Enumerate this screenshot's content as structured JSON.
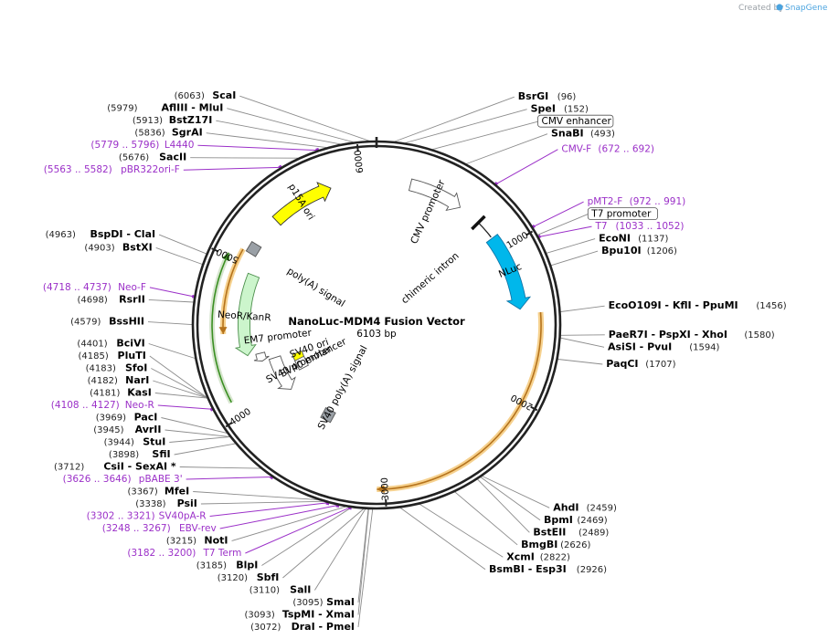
{
  "header": {
    "credit": "Created by",
    "brand": "SnapGene"
  },
  "plasmid": {
    "name": "NanoLuc-MDM4 Fusion Vector",
    "length_label": "6103 bp",
    "total_bp": 6103
  },
  "colors": {
    "backbone": "#222222",
    "primer": "#9b30c8",
    "site_leader": "#8c8c8c",
    "p15a_ori": "#ffff00",
    "nluc": "#00b7eb",
    "neor_kanr": "#ccf5cc",
    "promoter": "#ffffff",
    "sv40_ori": "#ffff00",
    "polya": "#9aa0a6",
    "orf_highlight": "#f5c97a",
    "orf_arrow": "#b5731c",
    "neo_orf_arrow": "#3a8f22"
  },
  "ticks": [
    {
      "label": "1000",
      "bp": 1000
    },
    {
      "label": "2000",
      "bp": 2000
    },
    {
      "label": "3000",
      "bp": 3000
    },
    {
      "label": "4000",
      "bp": 4000
    },
    {
      "label": "5000",
      "bp": 5000
    },
    {
      "label": "6000",
      "bp": 6000
    }
  ],
  "features": [
    {
      "name": "CMV promoter",
      "bp_start": 230,
      "bp_end": 600,
      "strand": 1,
      "kind": "promoter",
      "label_bp": 415
    },
    {
      "name": "chimeric intron",
      "bp_start": 760,
      "bp_end": 890,
      "strand": 1,
      "kind": "intron",
      "label_bp": 830
    },
    {
      "name": "NLuc",
      "bp_start": 900,
      "bp_end": 1420,
      "strand": 1,
      "kind": "cds",
      "label_bp": 1150
    },
    {
      "name": "p15A ori",
      "bp_start": 5360,
      "bp_end": 5790,
      "strand": 1,
      "kind": "ori",
      "label_bp": 5570
    },
    {
      "name": "poly(A) signal",
      "bp_start": 5090,
      "bp_end": 5140,
      "strand": 0,
      "kind": "polya",
      "label_bp": 5115
    },
    {
      "name": "NeoR/KanR",
      "bp_start": 4350,
      "bp_end": 4950,
      "strand": -1,
      "kind": "cds",
      "label_bp": 4640
    },
    {
      "name": "EM7 promoter",
      "bp_start": 4280,
      "bp_end": 4345,
      "strand": -1,
      "kind": "promoter",
      "label_bp": 4460
    },
    {
      "name": "SV40 promoter",
      "bp_start": 3950,
      "bp_end": 4275,
      "strand": -1,
      "kind": "promoter",
      "label_bp": 4120
    },
    {
      "name": "SV40 ori",
      "bp_start": 4125,
      "bp_end": 4260,
      "strand": 0,
      "kind": "ori",
      "label_bp": 4250
    },
    {
      "name": "SV40 enhancer",
      "bp_start": 4040,
      "bp_end": 4200,
      "strand": 0,
      "kind": "enhancer",
      "label_bp": 4110
    },
    {
      "name": "SV40 poly(A) signal",
      "bp_start": 3470,
      "bp_end": 3590,
      "strand": 0,
      "kind": "polya",
      "label_bp": 3530
    }
  ],
  "orf_arcs": [
    {
      "bp_start": 1450,
      "bp_end": 3050,
      "strand": 1
    },
    {
      "bp_start": 4520,
      "bp_end": 5080,
      "strand": -1
    },
    {
      "bp_start": 4100,
      "bp_end": 5020,
      "strand": 1
    }
  ],
  "sites": [
    {
      "name": "ScaI",
      "pos": "(6063)",
      "bp": 6063
    },
    {
      "name": "AflIII - MluI",
      "pos": "(5979)",
      "bp": 5979
    },
    {
      "name": "BstZ17I",
      "pos": "(5913)",
      "bp": 5913
    },
    {
      "name": "SgrAI",
      "pos": "(5836)",
      "bp": 5836
    },
    {
      "name": "SacII",
      "pos": "(5676)",
      "bp": 5676
    },
    {
      "name": "BsrGI",
      "pos": "(96)",
      "bp": 96
    },
    {
      "name": "SpeI",
      "pos": "(152)",
      "bp": 152
    },
    {
      "name": "SnaBI",
      "pos": "(493)",
      "bp": 493
    },
    {
      "name": "EcoNI",
      "pos": "(1137)",
      "bp": 1137
    },
    {
      "name": "Bpu10I",
      "pos": "(1206)",
      "bp": 1206
    },
    {
      "name": "EcoO109I - KflI - PpuMI",
      "pos": "(1456)",
      "bp": 1456
    },
    {
      "name": "PaeR7I - PspXI - XhoI",
      "pos": "(1580)",
      "bp": 1580
    },
    {
      "name": "AsiSI - PvuI",
      "pos": "(1594)",
      "bp": 1594
    },
    {
      "name": "PaqCI",
      "pos": "(1707)",
      "bp": 1707
    },
    {
      "name": "AhdI",
      "pos": "(2459)",
      "bp": 2459
    },
    {
      "name": "BpmI",
      "pos": "(2469)",
      "bp": 2469
    },
    {
      "name": "BstEII",
      "pos": "(2489)",
      "bp": 2489
    },
    {
      "name": "BmgBI",
      "pos": "(2626)",
      "bp": 2626
    },
    {
      "name": "XcmI",
      "pos": "(2822)",
      "bp": 2822
    },
    {
      "name": "BsmBI - Esp3I",
      "pos": "(2926)",
      "bp": 2926
    },
    {
      "name": "DraI - PmeI",
      "pos": "(3072)",
      "bp": 3072
    },
    {
      "name": "TspMI - XmaI",
      "pos": "(3093)",
      "bp": 3093
    },
    {
      "name": "SmaI",
      "pos": "(3095)",
      "bp": 3095
    },
    {
      "name": "SalI",
      "pos": "(3110)",
      "bp": 3110
    },
    {
      "name": "SbfI",
      "pos": "(3120)",
      "bp": 3120
    },
    {
      "name": "BlpI",
      "pos": "(3185)",
      "bp": 3185
    },
    {
      "name": "NotI",
      "pos": "(3215)",
      "bp": 3215
    },
    {
      "name": "PsiI",
      "pos": "(3338)",
      "bp": 3338
    },
    {
      "name": "MfeI",
      "pos": "(3367)",
      "bp": 3367
    },
    {
      "name": "CsiI - SexAI *",
      "pos": "(3712)",
      "bp": 3712
    },
    {
      "name": "SfiI",
      "pos": "(3898)",
      "bp": 3898
    },
    {
      "name": "StuI",
      "pos": "(3944)",
      "bp": 3944
    },
    {
      "name": "AvrII",
      "pos": "(3945)",
      "bp": 3945
    },
    {
      "name": "PacI",
      "pos": "(3969)",
      "bp": 3969
    },
    {
      "name": "KasI",
      "pos": "(4181)",
      "bp": 4181
    },
    {
      "name": "NarI",
      "pos": "(4182)",
      "bp": 4182
    },
    {
      "name": "SfoI",
      "pos": "(4183)",
      "bp": 4183
    },
    {
      "name": "PluTI",
      "pos": "(4185)",
      "bp": 4185
    },
    {
      "name": "BciVI",
      "pos": "(4401)",
      "bp": 4401
    },
    {
      "name": "BssHII",
      "pos": "(4579)",
      "bp": 4579
    },
    {
      "name": "RsrII",
      "pos": "(4698)",
      "bp": 4698
    },
    {
      "name": "BstXI",
      "pos": "(4903)",
      "bp": 4903
    },
    {
      "name": "BspDI - ClaI",
      "pos": "(4963)",
      "bp": 4963
    }
  ],
  "primers": [
    {
      "name": "L4440",
      "range": "(5779 .. 5796)",
      "bp": 5787
    },
    {
      "name": "pBR322ori-F",
      "range": "(5563 .. 5582)",
      "bp": 5572
    },
    {
      "name": "CMV-F",
      "range": "(672 .. 692)",
      "bp": 682
    },
    {
      "name": "pMT2-F",
      "range": "(972 .. 991)",
      "bp": 981
    },
    {
      "name": "T7",
      "range": "(1033 .. 1052)",
      "bp": 1042
    },
    {
      "name": "Neo-F",
      "range": "(4718 .. 4737)",
      "bp": 4727
    },
    {
      "name": "Neo-R",
      "range": "(4108 .. 4127)",
      "bp": 4117
    },
    {
      "name": "pBABE 3'",
      "range": "(3626 .. 3646)",
      "bp": 3636
    },
    {
      "name": "SV40pA-R",
      "range": "(3302 .. 3321)",
      "bp": 3311
    },
    {
      "name": "EBV-rev",
      "range": "(3248 .. 3267)",
      "bp": 3257
    },
    {
      "name": "T7 Term",
      "range": "(3182 .. 3200)",
      "bp": 3191
    }
  ],
  "boxed_features": [
    {
      "name": "CMV enhancer",
      "bp": 300
    },
    {
      "name": "T7 promoter",
      "bp": 1030
    }
  ]
}
